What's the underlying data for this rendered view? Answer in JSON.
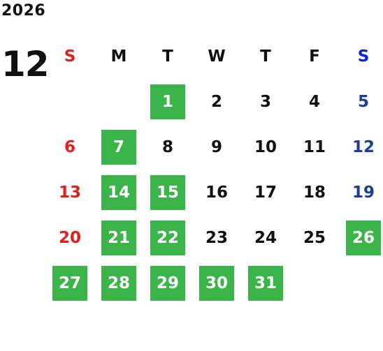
{
  "year": "2026",
  "month": "12",
  "colors": {
    "sunday": "#e0201c",
    "saturday": "#1a3f95",
    "weekday": "#111111",
    "highlight_bg": "#3bb54a",
    "highlight_text": "#ffffff"
  },
  "weekdays": [
    "S",
    "M",
    "T",
    "W",
    "T",
    "F",
    "S"
  ],
  "weekday_colors": [
    "#e0201c",
    "#111111",
    "#111111",
    "#111111",
    "#111111",
    "#111111",
    "#0a23d8"
  ],
  "first_weekday": 2,
  "days": [
    {
      "label": "1",
      "highlighted": true
    },
    {
      "label": "2",
      "highlighted": false
    },
    {
      "label": "3",
      "highlighted": false
    },
    {
      "label": "4",
      "highlighted": false
    },
    {
      "label": "5",
      "highlighted": false
    },
    {
      "label": "6",
      "highlighted": false
    },
    {
      "label": "7",
      "highlighted": true
    },
    {
      "label": "8",
      "highlighted": false
    },
    {
      "label": "9",
      "highlighted": false
    },
    {
      "label": "10",
      "highlighted": false
    },
    {
      "label": "11",
      "highlighted": false
    },
    {
      "label": "12",
      "highlighted": false
    },
    {
      "label": "13",
      "highlighted": false
    },
    {
      "label": "14",
      "highlighted": true
    },
    {
      "label": "15",
      "highlighted": true
    },
    {
      "label": "16",
      "highlighted": false
    },
    {
      "label": "17",
      "highlighted": false
    },
    {
      "label": "18",
      "highlighted": false
    },
    {
      "label": "19",
      "highlighted": false
    },
    {
      "label": "20",
      "highlighted": false
    },
    {
      "label": "21",
      "highlighted": true
    },
    {
      "label": "22",
      "highlighted": true
    },
    {
      "label": "23",
      "highlighted": false
    },
    {
      "label": "24",
      "highlighted": false
    },
    {
      "label": "25",
      "highlighted": false
    },
    {
      "label": "26",
      "highlighted": true
    },
    {
      "label": "27",
      "highlighted": true
    },
    {
      "label": "28",
      "highlighted": true
    },
    {
      "label": "29",
      "highlighted": true
    },
    {
      "label": "30",
      "highlighted": true
    },
    {
      "label": "31",
      "highlighted": true
    }
  ]
}
